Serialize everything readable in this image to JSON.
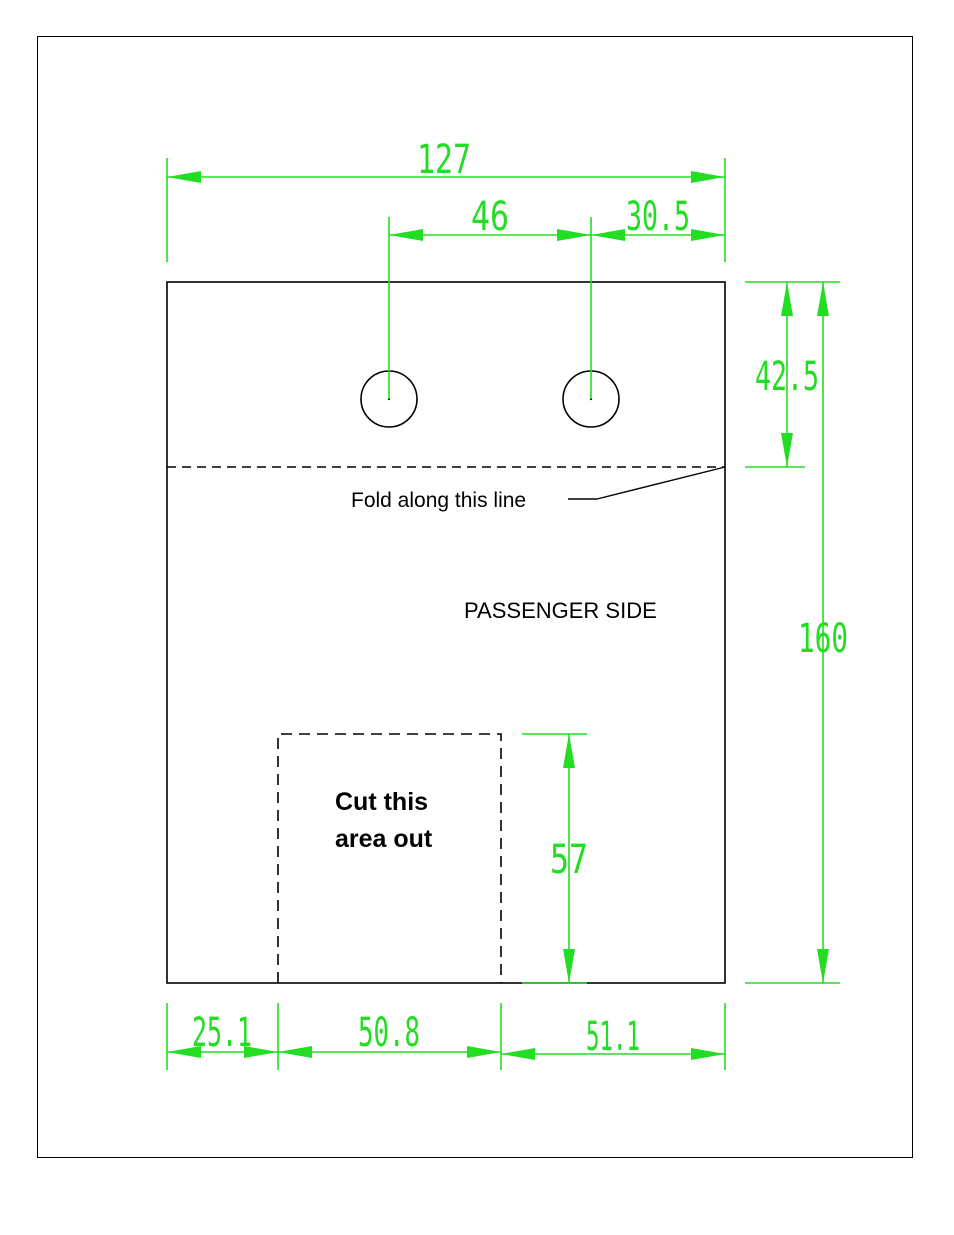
{
  "colors": {
    "outline": "#000000",
    "dimension": "#22dd22",
    "background": "#ffffff"
  },
  "dimensions": {
    "overall_width": "127",
    "hole_spacing": "46",
    "hole_to_edge": "30.5",
    "fold_offset": "42.5",
    "overall_height": "160",
    "cutout_height": "57",
    "left_margin": "25.1",
    "cutout_width": "50.8",
    "right_margin": "51.1"
  },
  "labels": {
    "fold": "Fold along this line",
    "side": "PASSENGER SIDE",
    "cut_line1": "Cut this",
    "cut_line2": "area out"
  }
}
